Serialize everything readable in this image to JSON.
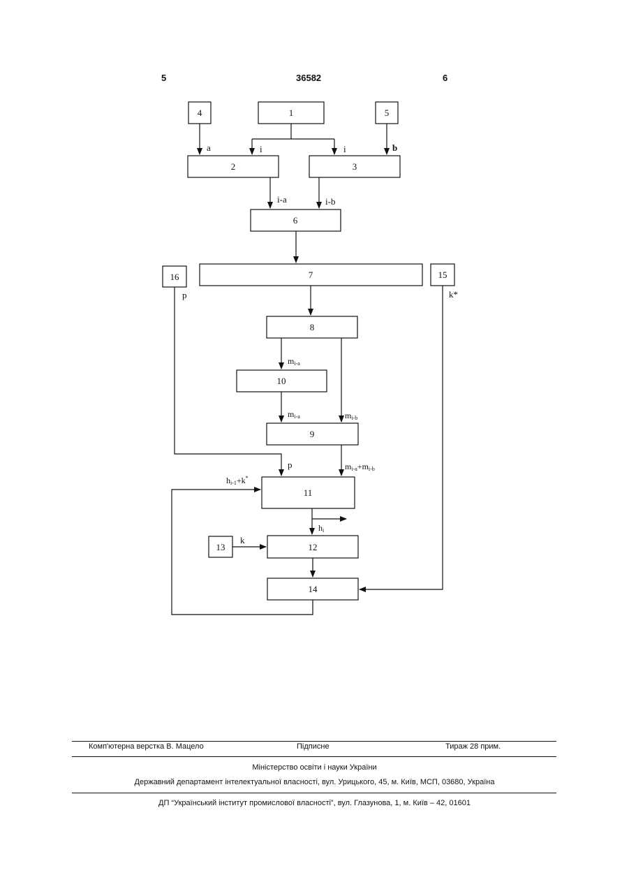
{
  "header": {
    "left_page": "5",
    "patent_number": "36582",
    "right_page": "6"
  },
  "diagram": {
    "blocks": {
      "b1": "1",
      "b2": "2",
      "b3": "3",
      "b4": "4",
      "b5": "5",
      "b6": "6",
      "b7": "7",
      "b8": "8",
      "b9": "9",
      "b10": "10",
      "b11": "11",
      "b12": "12",
      "b13": "13",
      "b14": "14",
      "b15": "15",
      "b16": "16"
    },
    "labels": {
      "a": "a",
      "i_left": "i",
      "i_right": "i",
      "b": "b",
      "i_minus_a": "i-a",
      "i_minus_b": "i-b",
      "p_top": "p",
      "k_star": "k*",
      "m_main": "m",
      "m_ia_1_sub": "i-a",
      "m_ia_2_sub": "i-a",
      "m_ib_sub": "i-b",
      "p_bottom": "p",
      "sum_m_ia_sub": "i-a",
      "sum_plus": "+",
      "sum_m_ib_sub": "i-b",
      "h_prev_main": "h",
      "h_prev_sub": "i-1",
      "h_prev_plus_k": "+k",
      "h_prev_star": "*",
      "h_i_sub": "i",
      "k": "k"
    }
  },
  "footer": {
    "layout": "Комп'ютерна верстка В. Мацело",
    "signed": "Підписне",
    "circulation": "Тираж 28 прим.",
    "ministry": "Міністерство освіти і науки України",
    "department": "Державний департамент інтелектуальної власності, вул. Урицького, 45, м. Київ, МСП, 03680, Україна",
    "institute": "ДП “Український інститут промислової власності”, вул. Глазунова, 1, м. Київ – 42, 01601"
  }
}
